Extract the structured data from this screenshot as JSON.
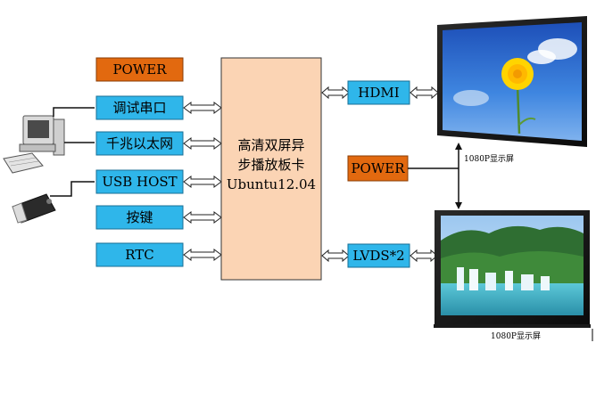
{
  "left_blocks": {
    "power": "POWER",
    "debug_serial": "调试串口",
    "gigabit_ethernet": "千兆以太网",
    "usb_host": "USB HOST",
    "keys": "按键",
    "rtc": "RTC"
  },
  "center_block": {
    "line1": "高清双屏异",
    "line2": "步播放板卡",
    "line3": "Ubuntu12.04"
  },
  "right_blocks": {
    "hdmi": "HDMI",
    "power": "POWER",
    "lvds": "LVDS*2"
  },
  "displays": {
    "top_caption": "1080P显示屏",
    "bottom_caption": "1080P显示屏"
  },
  "colors": {
    "interface_box": "#2fb6ea",
    "power_box": "#e2690f",
    "center_box": "#fbd4b4"
  },
  "icons": [
    "computer-icon",
    "usb-drive-icon",
    "monitor-dandelion-icon",
    "monitor-waterfall-icon"
  ]
}
